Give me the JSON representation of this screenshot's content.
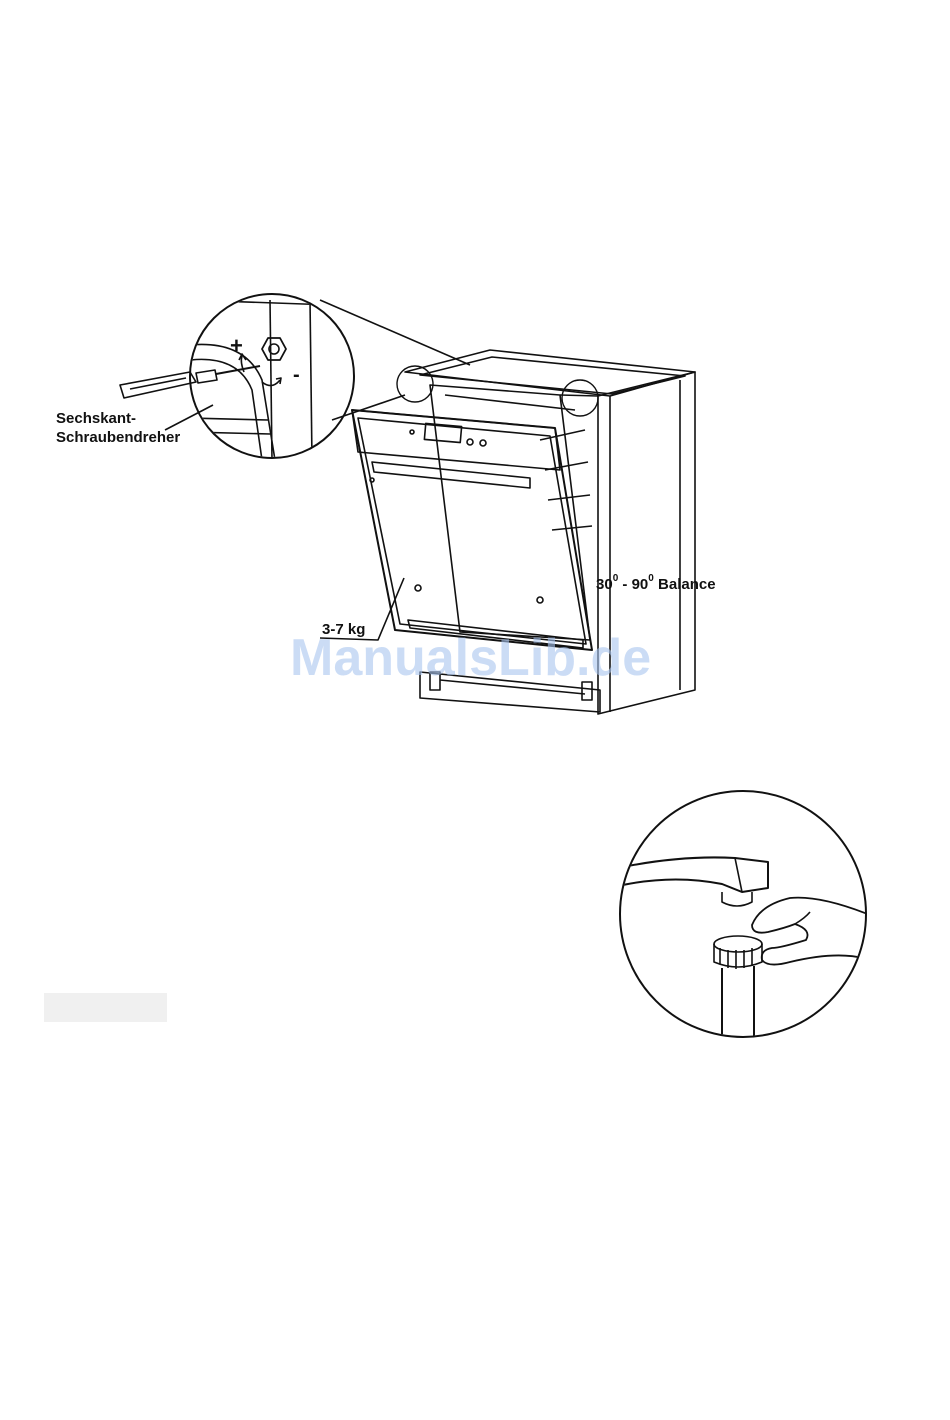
{
  "labels": {
    "tool_line1": "Sechskant-",
    "tool_line2": "Schraubendreher",
    "weight": "3-7 kg",
    "angle_from": "30",
    "angle_to": "90",
    "angle_sep": "-",
    "angle_suffix": "Balance",
    "degree_mark": "0",
    "plus": "+",
    "minus": "-"
  },
  "watermark": "ManualsLib.de"
}
